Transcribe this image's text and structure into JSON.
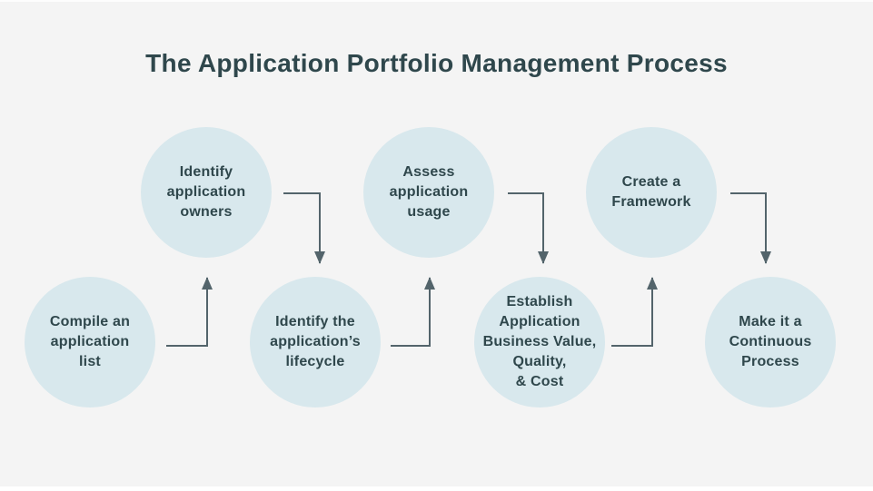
{
  "title": "The Application Portfolio Management Process",
  "steps": [
    {
      "order": 1,
      "row": "bottom",
      "label": "Compile an\napplication\nlist"
    },
    {
      "order": 2,
      "row": "top",
      "label": "Identify\napplication\nowners"
    },
    {
      "order": 3,
      "row": "bottom",
      "label": "Identify the\napplication’s\nlifecycle"
    },
    {
      "order": 4,
      "row": "top",
      "label": "Assess\napplication\nusage"
    },
    {
      "order": 5,
      "row": "bottom",
      "label": "Establish\nApplication\nBusiness Value,\nQuality,\n& Cost"
    },
    {
      "order": 6,
      "row": "top",
      "label": "Create a\nFramework"
    },
    {
      "order": 7,
      "row": "bottom",
      "label": "Make it a\nContinuous\nProcess"
    }
  ],
  "connectors": [
    {
      "from": 1,
      "to": 2,
      "icon": "elbow-arrow-up"
    },
    {
      "from": 2,
      "to": 3,
      "icon": "elbow-arrow-down"
    },
    {
      "from": 3,
      "to": 4,
      "icon": "elbow-arrow-up"
    },
    {
      "from": 4,
      "to": 5,
      "icon": "elbow-arrow-down"
    },
    {
      "from": 5,
      "to": 6,
      "icon": "elbow-arrow-up"
    },
    {
      "from": 6,
      "to": 7,
      "icon": "elbow-arrow-down"
    }
  ],
  "colors": {
    "background": "#f4f4f4",
    "circle_fill": "#d8e8ed",
    "text": "#2f474c",
    "arrow": "#53646b"
  }
}
